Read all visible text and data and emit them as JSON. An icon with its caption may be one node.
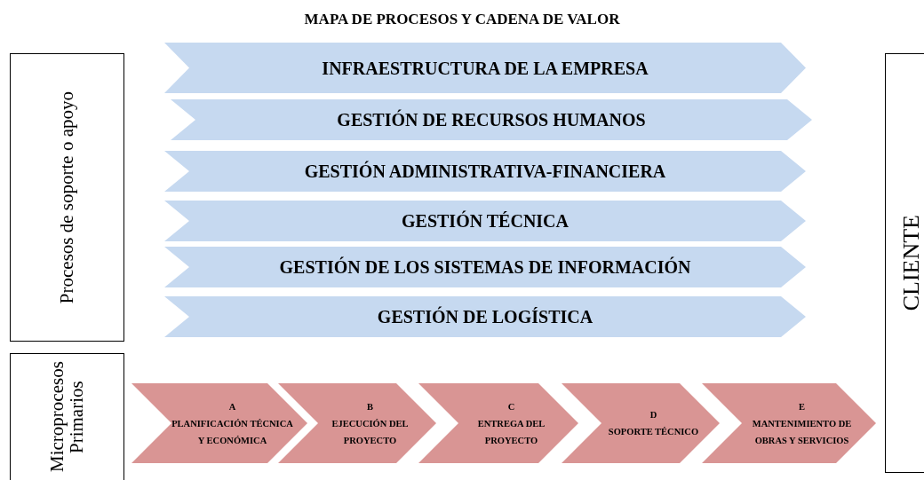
{
  "diagram": {
    "title": "MAPA DE PROCESOS Y CADENA DE VALOR",
    "nodes": [
      {
        "text": [
          "Procesos de soporte o apoyo"
        ]
      },
      {
        "text": [
          "INFRAESTRUCTURA DE LA EMPRESA"
        ]
      },
      {
        "text": [
          "GESTIÓN DE RECURSOS HUMANOS"
        ]
      },
      {
        "text": [
          "GESTIÓN ADMINISTRATIVA-FINANCIERA"
        ]
      },
      {
        "text": [
          "GESTIÓN TÉCNICA"
        ]
      },
      {
        "text": [
          "GESTIÓN DE LOS SISTEMAS DE INFORMACIÓN"
        ]
      },
      {
        "text": [
          "GESTIÓN DE LOGÍSTICA"
        ]
      },
      {
        "text": [
          "Microprocesos Primarios"
        ]
      },
      {
        "text": [
          "A",
          "PLANIFICACIÓN TÉCNICA Y ECONÓMICA"
        ]
      },
      {
        "text": [
          "B",
          "EJECUCIÓN DEL PROYECTO"
        ]
      },
      {
        "text": [
          "C",
          "ENTREGA DEL PROYECTO"
        ]
      },
      {
        "text": [
          "D",
          "SOPORTE TÉCNICO"
        ]
      },
      {
        "text": [
          "E",
          "MANTENIMIENTO DE OBRAS Y SERVICIOS"
        ]
      },
      {
        "text": [
          "CLIENTE"
        ]
      }
    ],
    "edges": []
  }
}
